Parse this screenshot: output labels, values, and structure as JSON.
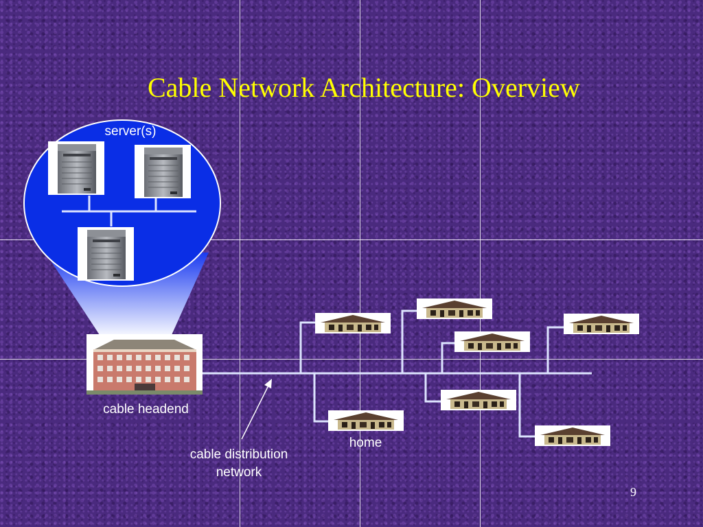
{
  "slide": {
    "title": "Cable Network Architecture: Overview",
    "page_number": "9"
  },
  "labels": {
    "servers": "server(s)",
    "headend": "cable headend",
    "distribution_line1": "cable distribution",
    "distribution_line2": "network",
    "home": "home"
  },
  "colors": {
    "background": "#4a2a7e",
    "title": "#ffff00",
    "zoom_circle": "#0a2ee6",
    "cable": "#dde4ff"
  },
  "icons": [
    "server-icon",
    "building-icon",
    "house-icon"
  ]
}
